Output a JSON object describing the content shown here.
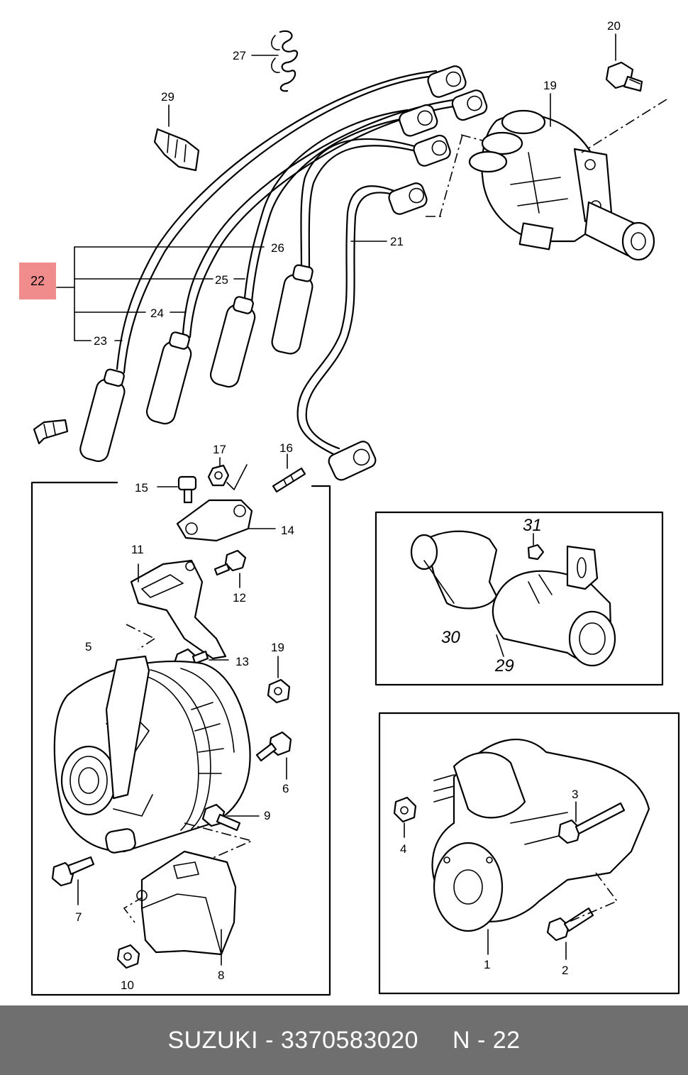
{
  "callouts": {
    "c1": "1",
    "c2": "2",
    "c3": "3",
    "c4": "4",
    "c5": "5",
    "c6": "6",
    "c7": "7",
    "c8": "8",
    "c9": "9",
    "c10": "10",
    "c11": "11",
    "c12": "12",
    "c13": "13",
    "c14": "14",
    "c15": "15",
    "c16": "16",
    "c17": "17",
    "c19a": "19",
    "c19b": "19",
    "c20": "20",
    "c21": "21",
    "c22": "22",
    "c23": "23",
    "c24": "24",
    "c25": "25",
    "c26": "26",
    "c27": "27",
    "c29a": "29",
    "c29b": "29",
    "c30": "30",
    "c31": "31"
  },
  "footer": {
    "brand_part": "SUZUKI - 3370583020",
    "page": "N - 22"
  },
  "colors": {
    "highlight": "#f08c8c",
    "footer_bg": "#6f6f6f",
    "footer_text": "#ffffff"
  }
}
